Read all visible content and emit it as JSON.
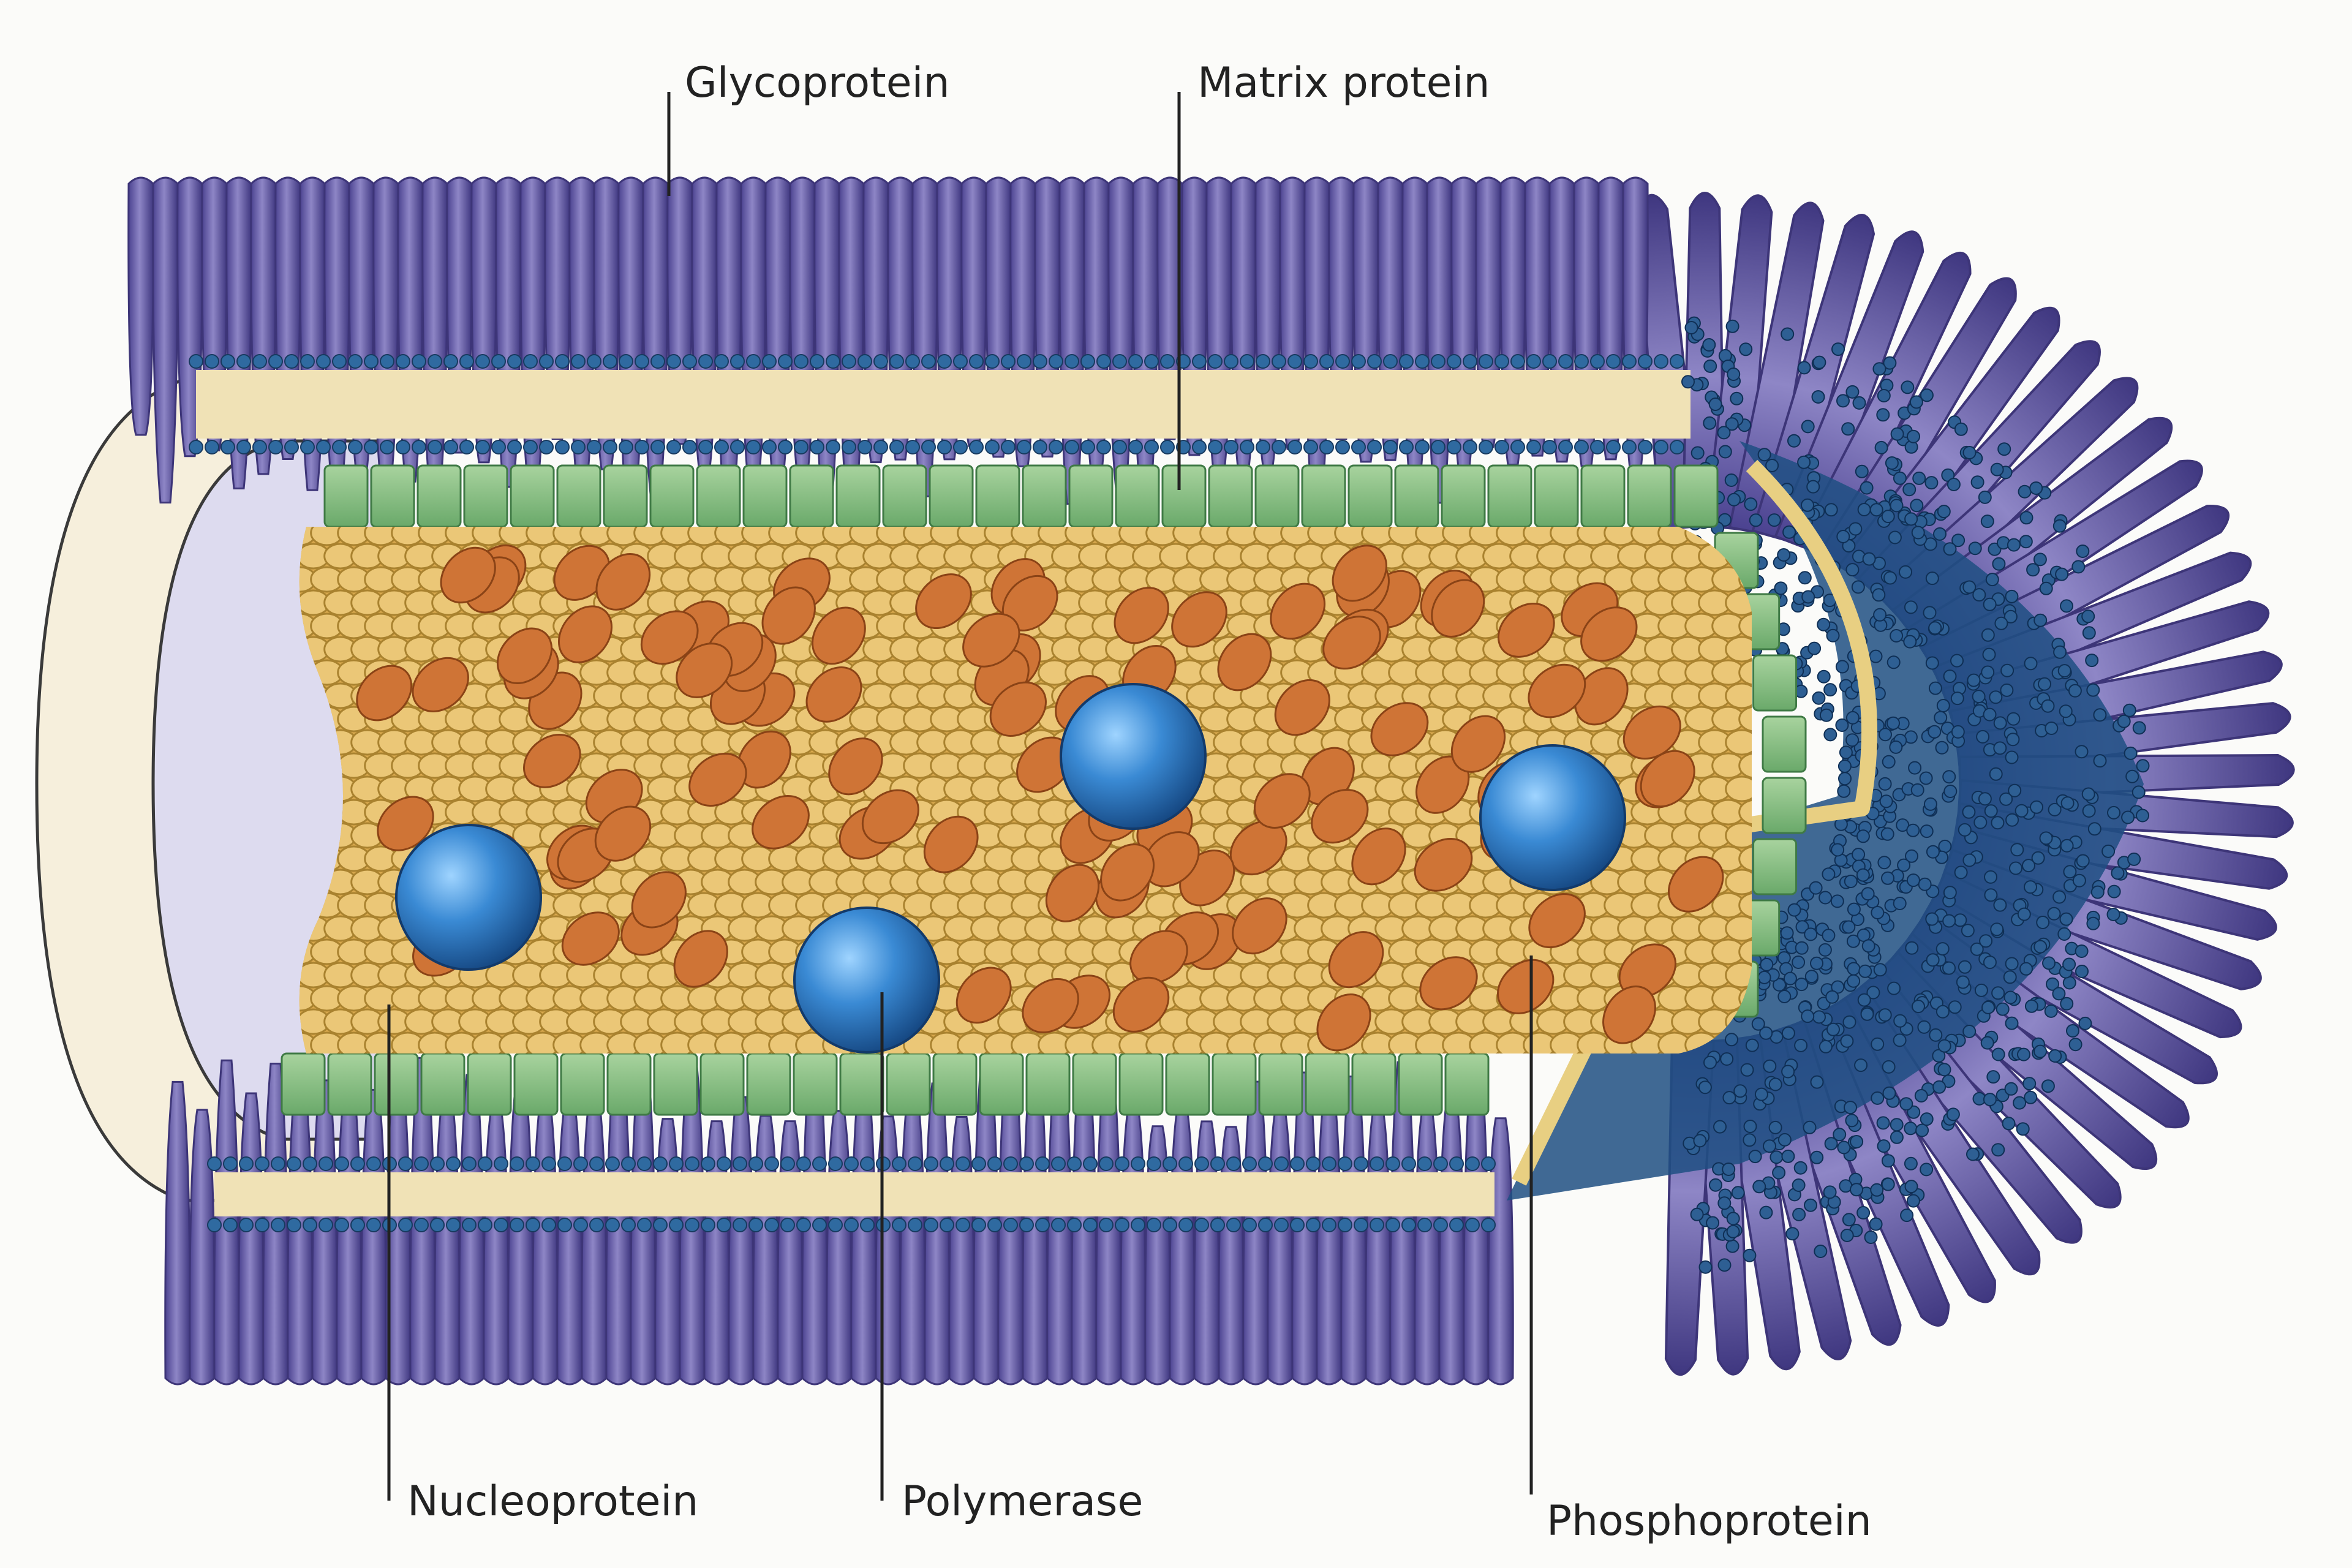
{
  "labels": {
    "glycoprotein": "Glycoprotein",
    "matrix_protein": "Matrix protein",
    "nucleoprotein": "Nucleoprotein",
    "polymerase": "Polymerase",
    "phosphoprotein": "Phosphoprotein"
  },
  "colors": {
    "glycoprotein": "#6a5fa6",
    "glycoprotein_dark": "#3d3578",
    "membrane_head": "#2f6aa0",
    "membrane_tail": "#f0e2b6",
    "matrix_protein": "#8cbf86",
    "nucleoprotein": "#ebc777",
    "rna_bead": "#cf7436",
    "polymerase": "#2d7fc8",
    "phosphoprotein": "#2e5f93",
    "lumen": "#dddbef",
    "end_cap": "#f6efdc"
  }
}
